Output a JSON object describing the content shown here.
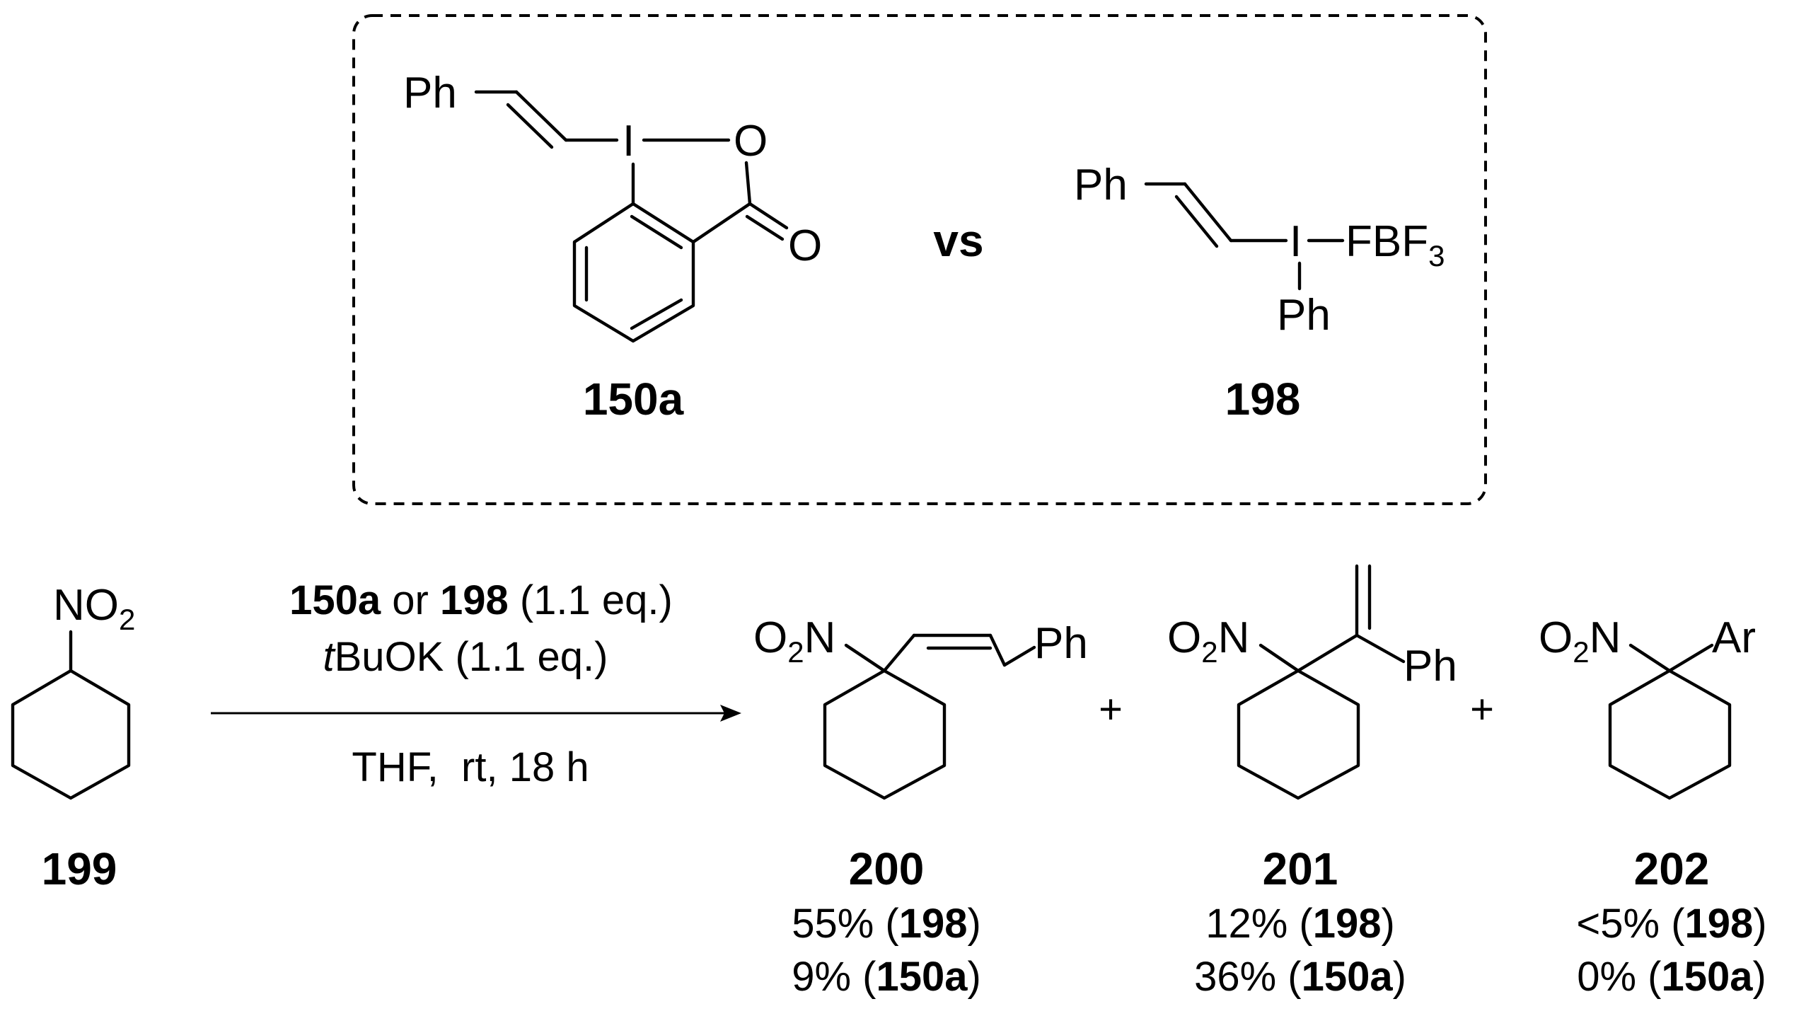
{
  "comparison": {
    "reagent_a": {
      "id": "150a",
      "atoms": {
        "ph": "Ph",
        "iodine": "I",
        "ring_oxygen": "O",
        "carbonyl_oxygen": "O"
      }
    },
    "versus": "vs",
    "reagent_b": {
      "id": "198",
      "atoms": {
        "ph": "Ph",
        "iodine": "I",
        "counter_ion_main": "FBF",
        "counter_ion_sub": "3",
        "aryl": "Ph"
      }
    }
  },
  "starting_material": {
    "id": "199",
    "group": {
      "main": "NO",
      "sub": "2"
    }
  },
  "conditions": {
    "line1": [
      {
        "text": "150a",
        "bold": true
      },
      {
        "text": " or ",
        "bold": false
      },
      {
        "text": "198",
        "bold": true
      },
      {
        "text": " (1.1 eq.)",
        "bold": false
      }
    ],
    "line2": [
      {
        "text": "t",
        "italic": true
      },
      {
        "text": "BuOK (1.1 eq.)",
        "italic": false
      }
    ],
    "line3": "THF,  rt, 18 h"
  },
  "plus_signs": [
    "+",
    "+"
  ],
  "products": [
    {
      "id": "200",
      "nitro": {
        "pre": "O",
        "sub": "2",
        "post": "N"
      },
      "substituent": "Ph",
      "yields": [
        {
          "value": "55% (",
          "ref": "198",
          "close": ")"
        },
        {
          "value": "9% (",
          "ref": "150a",
          "close": ")"
        }
      ]
    },
    {
      "id": "201",
      "nitro": {
        "pre": "O",
        "sub": "2",
        "post": "N"
      },
      "substituent": "Ph",
      "yields": [
        {
          "value": "12% (",
          "ref": "198",
          "close": ")"
        },
        {
          "value": "36% (",
          "ref": "150a",
          "close": ")"
        }
      ]
    },
    {
      "id": "202",
      "nitro": {
        "pre": "O",
        "sub": "2",
        "post": "N"
      },
      "substituent": "Ar",
      "yields": [
        {
          "value": "<5% (",
          "ref": "198",
          "close": ")"
        },
        {
          "value": "0% (",
          "ref": "150a",
          "close": ")"
        }
      ]
    }
  ]
}
